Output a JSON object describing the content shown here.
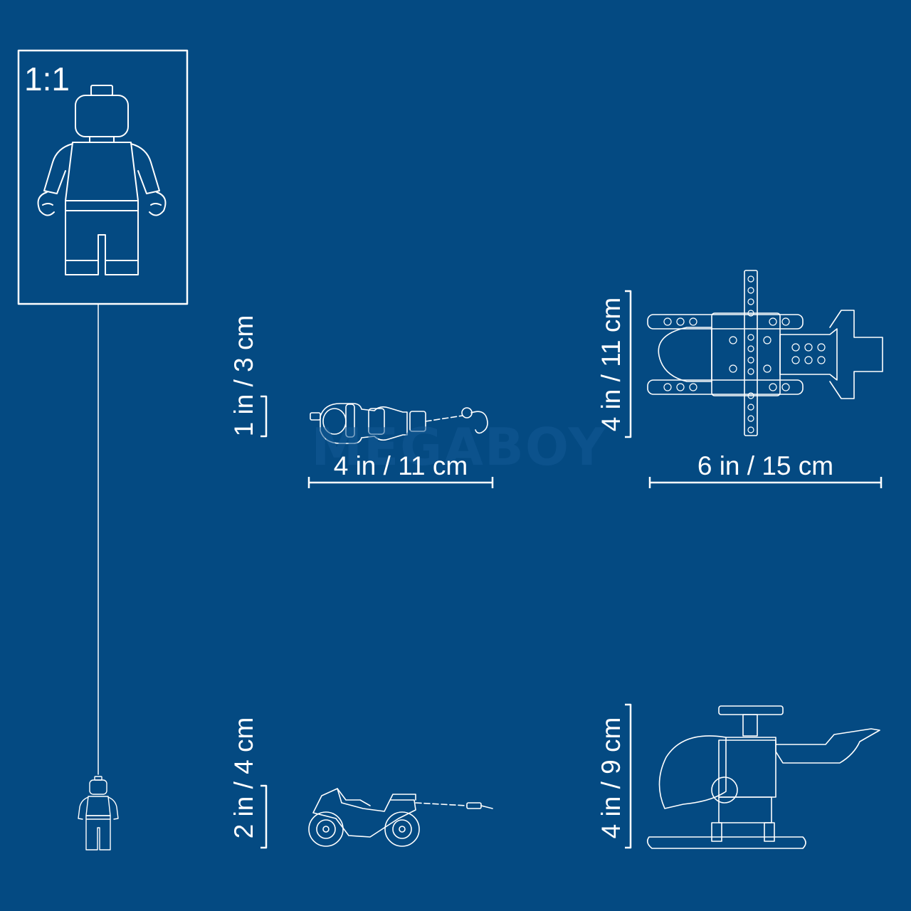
{
  "scale_label": "1:1",
  "watermark": "MEGABOY",
  "colors": {
    "background": "#044a82",
    "line": "#ffffff",
    "watermark": "#145a96"
  },
  "dimensions": {
    "motorbike_top_height": "1 in / 3 cm",
    "motorbike_top_length": "4 in / 11 cm",
    "helicopter_top_width": "4 in / 11 cm",
    "helicopter_top_length": "6 in / 15 cm",
    "motorbike_side_height": "2 in / 4 cm",
    "helicopter_side_height": "4 in / 9 cm"
  }
}
